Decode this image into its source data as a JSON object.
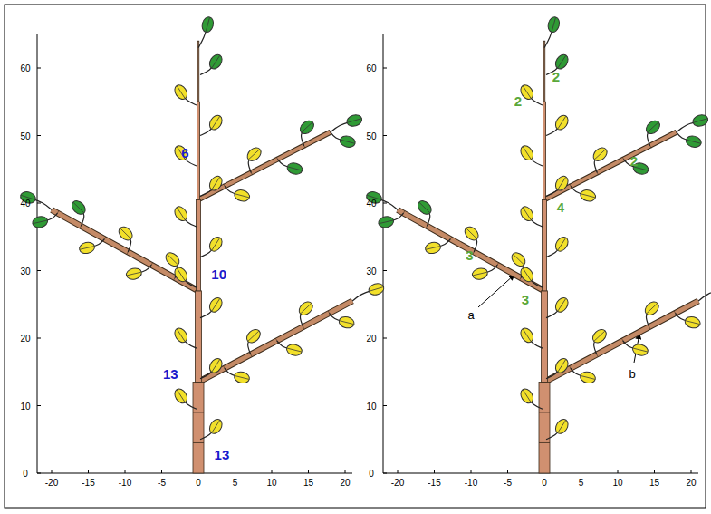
{
  "diagram": {
    "labels": [
      "0",
      "10",
      "20",
      "30",
      "40",
      "50",
      "60",
      "-20",
      "-15",
      "-10",
      "-5",
      "0",
      "5",
      "10",
      "15",
      "20",
      "0",
      "10",
      "20",
      "30",
      "40",
      "50",
      "60",
      "-20",
      "-15",
      "-10",
      "-5",
      "0",
      "5",
      "10",
      "15",
      "20",
      "6",
      "10",
      "13",
      "13",
      "2",
      "2",
      "2",
      "4",
      "3",
      "3",
      "a",
      "b"
    ]
  }
}
